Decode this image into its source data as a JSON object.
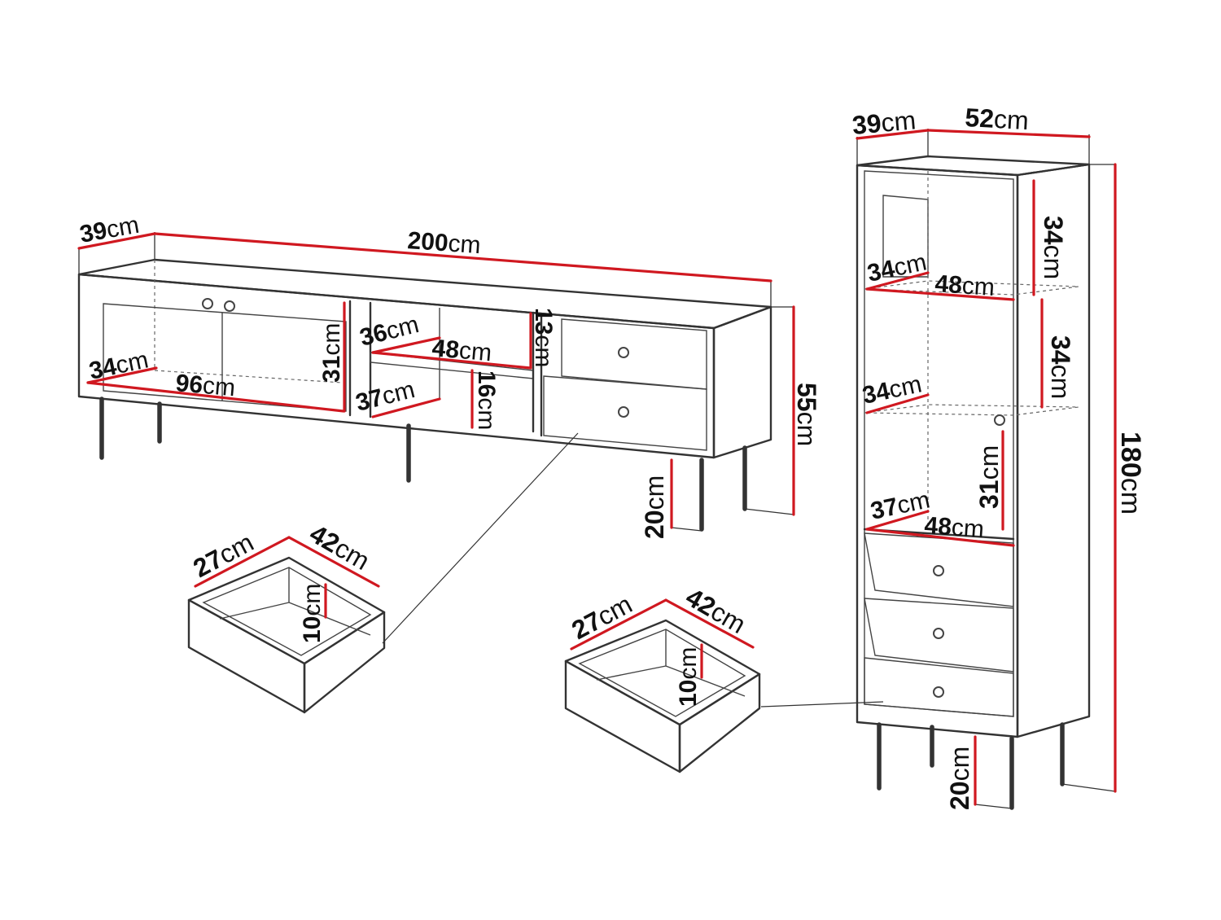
{
  "colors": {
    "dimension": "#d01820",
    "outline": "#333333"
  },
  "tv_cabinet": {
    "depth": {
      "value": "39",
      "unit": "cm"
    },
    "width": {
      "value": "200",
      "unit": "cm"
    },
    "shelf_depth": {
      "value": "34",
      "unit": "cm"
    },
    "shelf_width": {
      "value": "96",
      "unit": "cm"
    },
    "inner_height": {
      "value": "31",
      "unit": "cm"
    },
    "niche_top_depth": {
      "value": "36",
      "unit": "cm"
    },
    "niche_width": {
      "value": "48",
      "unit": "cm"
    },
    "niche_top_height": {
      "value": "13",
      "unit": "cm"
    },
    "niche_bottom_depth": {
      "value": "37",
      "unit": "cm"
    },
    "niche_bottom_height": {
      "value": "16",
      "unit": "cm"
    },
    "total_height": {
      "value": "55",
      "unit": "cm"
    },
    "leg_height": {
      "value": "20",
      "unit": "cm"
    }
  },
  "tv_drawer": {
    "depth": {
      "value": "27",
      "unit": "cm"
    },
    "width": {
      "value": "42",
      "unit": "cm"
    },
    "height": {
      "value": "10",
      "unit": "cm"
    }
  },
  "tall_cabinet": {
    "depth": {
      "value": "39",
      "unit": "cm"
    },
    "width": {
      "value": "52",
      "unit": "cm"
    },
    "top_height": {
      "value": "34",
      "unit": "cm"
    },
    "shelf1_depth": {
      "value": "34",
      "unit": "cm"
    },
    "shelf1_width": {
      "value": "48",
      "unit": "cm"
    },
    "mid_height": {
      "value": "34",
      "unit": "cm"
    },
    "shelf2_depth": {
      "value": "34",
      "unit": "cm"
    },
    "low_height": {
      "value": "31",
      "unit": "cm"
    },
    "shelf3_depth": {
      "value": "37",
      "unit": "cm"
    },
    "shelf3_width": {
      "value": "48",
      "unit": "cm"
    },
    "total_height": {
      "value": "180",
      "unit": "cm"
    },
    "leg_height": {
      "value": "20",
      "unit": "cm"
    }
  },
  "tall_drawer": {
    "depth": {
      "value": "27",
      "unit": "cm"
    },
    "width": {
      "value": "42",
      "unit": "cm"
    },
    "height": {
      "value": "10",
      "unit": "cm"
    }
  }
}
